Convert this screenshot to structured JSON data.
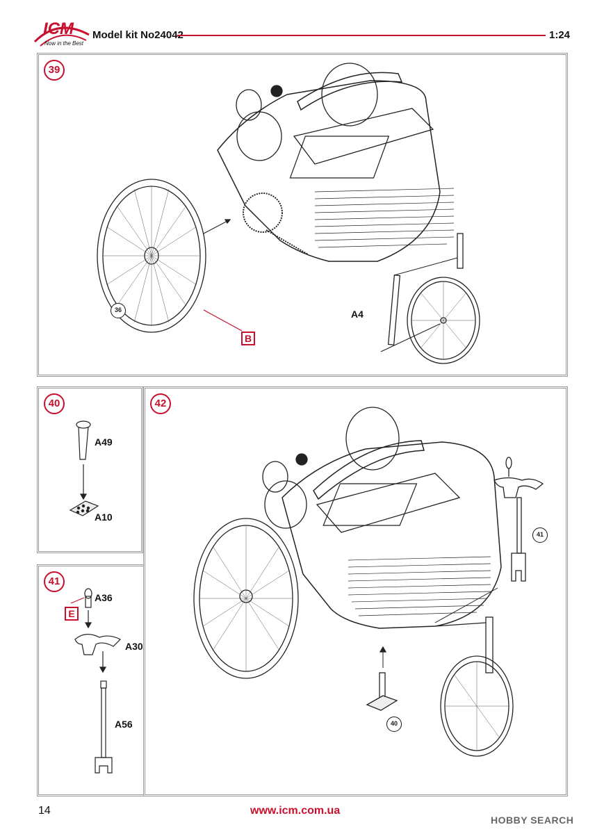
{
  "header": {
    "brand": "ICM",
    "slogan": "Now in the Best",
    "kit_label": "Model kit No24042",
    "scale": "1:24"
  },
  "steps": [
    {
      "number": "39",
      "refs": [
        {
          "number": "36"
        }
      ],
      "parts": [
        "A4"
      ],
      "option_box": "B"
    },
    {
      "number": "40",
      "parts": [
        "A49",
        "A10"
      ]
    },
    {
      "number": "41",
      "parts": [
        "A36",
        "A30",
        "A56"
      ],
      "option_box": "E"
    },
    {
      "number": "42",
      "refs": [
        {
          "number": "41"
        },
        {
          "number": "40"
        }
      ]
    }
  ],
  "footer": {
    "page_number": "14",
    "url": "www.icm.com.ua",
    "watermark": "HOBBY SEARCH"
  },
  "colors": {
    "accent": "#c8102e",
    "line": "#1a1a1a",
    "panel_border": "#9a9a9a"
  }
}
